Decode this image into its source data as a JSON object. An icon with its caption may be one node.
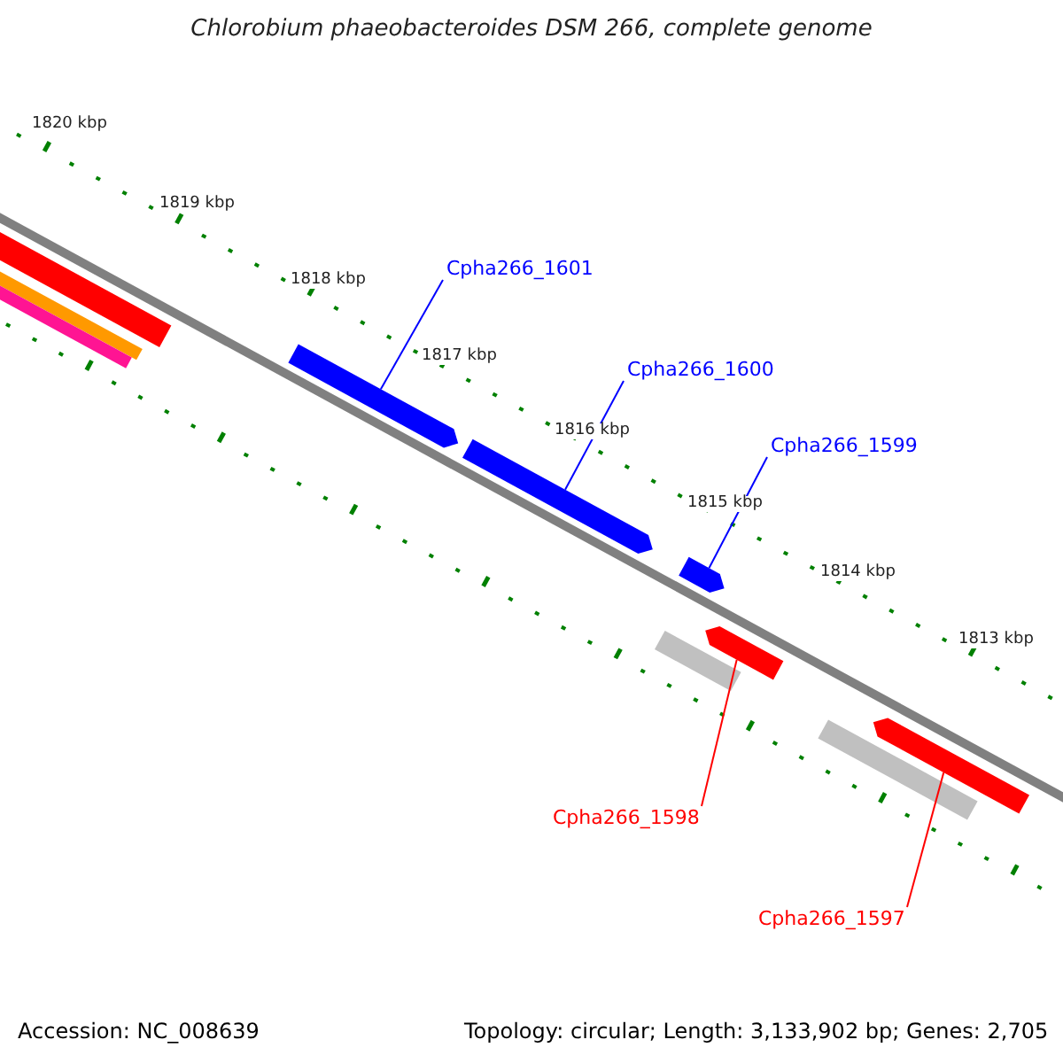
{
  "diagram": {
    "title": "Chlorobium phaeobacteroides DSM 266, complete genome",
    "nodes": [
      {
        "text": [
          "Cpha266_1601"
        ]
      },
      {
        "text": [
          "Cpha266_1600"
        ]
      },
      {
        "text": [
          "Cpha266_1599"
        ]
      },
      {
        "text": [
          "Cpha266_1598"
        ]
      },
      {
        "text": [
          "Cpha266_1597"
        ]
      },
      {
        "text": [],
        "shape": "bar"
      },
      {
        "text": [],
        "shape": "bar"
      },
      {
        "text": [],
        "shape": "bar"
      },
      {
        "text": [],
        "shape": "bar"
      },
      {
        "text": [],
        "shape": "bar"
      },
      {
        "text": [],
        "shape": "bar"
      },
      {
        "text": [],
        "shape": "bar"
      },
      {
        "text": [],
        "shape": "bar"
      },
      {
        "text": [],
        "shape": "bar"
      },
      {
        "text": [],
        "shape": "bar"
      }
    ],
    "edges": [
      {
        "from": 0,
        "to": 5,
        "arrow": "none",
        "color": "#0000ff"
      },
      {
        "from": 1,
        "to": 6,
        "arrow": "none",
        "color": "#0000ff"
      },
      {
        "from": 2,
        "to": 7,
        "arrow": "none",
        "color": "#0000ff"
      },
      {
        "from": 3,
        "to": 8,
        "arrow": "none",
        "color": "#ff0000"
      },
      {
        "from": 4,
        "to": 9,
        "arrow": "none",
        "color": "#ff0000"
      }
    ],
    "labels": [
      "1820 kbp",
      "1819 kbp",
      "1818 kbp",
      "1817 kbp",
      "1816 kbp",
      "1815 kbp",
      "1814 kbp",
      "1813 kbp",
      "Accession: NC_008639",
      "Topology: circular; Length: 3,133,902 bp; Genes: 2,705"
    ]
  }
}
